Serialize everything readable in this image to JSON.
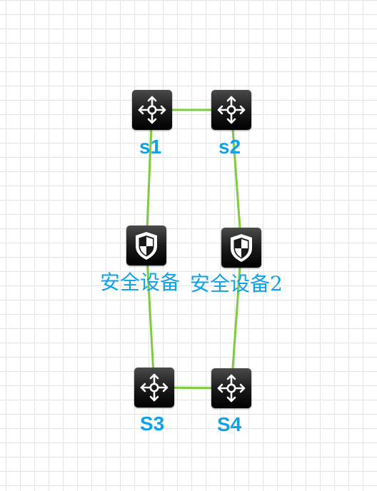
{
  "colors": {
    "link": "#7ccc3c",
    "label": "#10a2e8"
  },
  "devices": {
    "s1": {
      "type": "router-icon",
      "label": "s1"
    },
    "s2": {
      "type": "router-icon",
      "label": "s2"
    },
    "fw1": {
      "type": "firewall-icon",
      "label": "安全设备"
    },
    "fw2": {
      "type": "firewall-icon",
      "label": "安全设备2"
    },
    "s3": {
      "type": "router-icon",
      "label": "S3"
    },
    "s4": {
      "type": "router-icon",
      "label": "S4"
    }
  },
  "links": [
    {
      "from": "s1",
      "to": "s2"
    },
    {
      "from": "s1",
      "to": "fw1"
    },
    {
      "from": "fw1",
      "to": "s3"
    },
    {
      "from": "s2",
      "to": "fw2"
    },
    {
      "from": "fw2",
      "to": "s4"
    },
    {
      "from": "s3",
      "to": "s4"
    }
  ]
}
